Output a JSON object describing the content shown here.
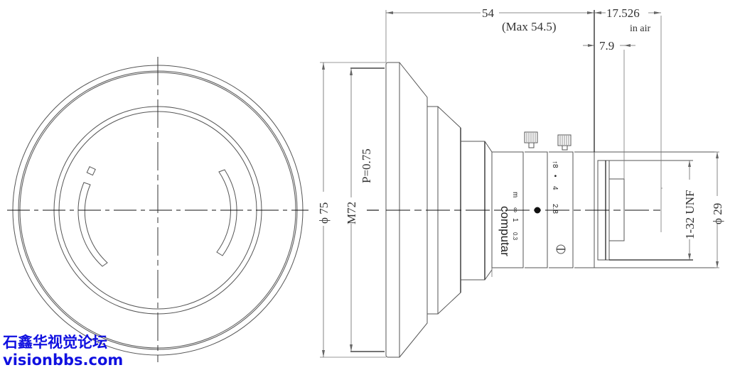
{
  "drawing": {
    "title": "Lens outline dimension drawing",
    "views": [
      "front-view",
      "side-view"
    ]
  },
  "dimensions": {
    "overall_length": "54",
    "overall_length_max": "(Max 54.5)",
    "back_focal": "17.526",
    "back_focal_note": "in air",
    "flange_offset": "7.9",
    "outer_diameter": "ϕ 75",
    "filter_thread": "M72",
    "filter_pitch": "P=0.75",
    "mount_thread": "1-32 UNF",
    "mount_diameter": "ϕ 29"
  },
  "lens_markings": {
    "brand": "computar",
    "focus_unit": "m",
    "focus_scale": [
      "∞",
      "1",
      "0.3"
    ],
    "iris_scale": [
      "↑8",
      "•",
      "4",
      "2.8"
    ]
  },
  "watermark": {
    "line1": "石鑫华视觉论坛",
    "line2": "visionbbs.com",
    "color": "#1010e0"
  },
  "colors": {
    "line": "#555555",
    "text": "#333333",
    "background": "#ffffff"
  }
}
